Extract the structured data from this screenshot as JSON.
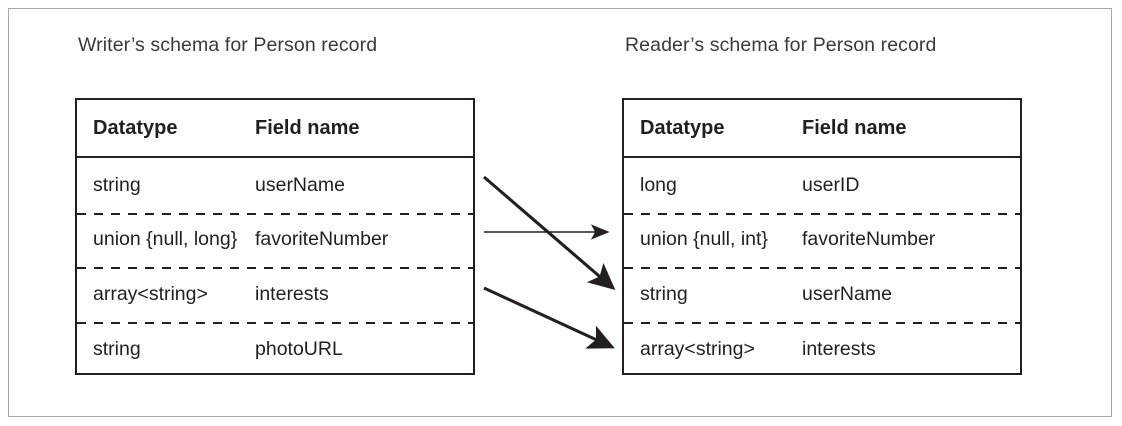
{
  "figure": {
    "title_writer": "Writer’s schema for Person record",
    "title_reader": "Reader’s schema for Person record",
    "frame_color": "#a7a9ac",
    "line_color": "#231f20"
  },
  "diagram_data": {
    "type": "table",
    "tables": [
      {
        "id": "writer-schema",
        "title": "Writer’s schema for Person record",
        "columns": [
          "Datatype",
          "Field name"
        ],
        "rows": [
          {
            "datatype": "string",
            "field_name": "userName"
          },
          {
            "datatype": "union {null, long}",
            "field_name": "favoriteNumber"
          },
          {
            "datatype": "array<string>",
            "field_name": "interests"
          },
          {
            "datatype": "string",
            "field_name": "photoURL"
          }
        ]
      },
      {
        "id": "reader-schema",
        "title": "Reader’s schema for Person record",
        "columns": [
          "Datatype",
          "Field name"
        ],
        "rows": [
          {
            "datatype": "long",
            "field_name": "userID"
          },
          {
            "datatype": "union {null, int}",
            "field_name": "favoriteNumber"
          },
          {
            "datatype": "string",
            "field_name": "userName"
          },
          {
            "datatype": "array<string>",
            "field_name": "interests"
          }
        ]
      }
    ],
    "mappings": [
      {
        "from": "writer.userName",
        "to": "reader.userName",
        "style": "thick-diagonal"
      },
      {
        "from": "writer.favoriteNumber",
        "to": "reader.favoriteNumber",
        "style": "thin-horizontal"
      },
      {
        "from": "writer.interests",
        "to": "reader.interests",
        "style": "thick-diagonal"
      }
    ]
  },
  "writer": {
    "title": "Writer’s schema for Person record",
    "header": {
      "datatype": "Datatype",
      "field_name": "Field name"
    },
    "rows": [
      {
        "datatype": "string",
        "field_name": "userName"
      },
      {
        "datatype": "union {null, long}",
        "field_name": "favoriteNumber"
      },
      {
        "datatype": "array<string>",
        "field_name": "interests"
      },
      {
        "datatype": "string",
        "field_name": "photoURL"
      }
    ]
  },
  "reader": {
    "title": "Reader’s schema for Person record",
    "header": {
      "datatype": "Datatype",
      "field_name": "Field name"
    },
    "rows": [
      {
        "datatype": "long",
        "field_name": "userID"
      },
      {
        "datatype": "union {null, int}",
        "field_name": "favoriteNumber"
      },
      {
        "datatype": "string",
        "field_name": "userName"
      },
      {
        "datatype": "array<string>",
        "field_name": "interests"
      }
    ]
  }
}
